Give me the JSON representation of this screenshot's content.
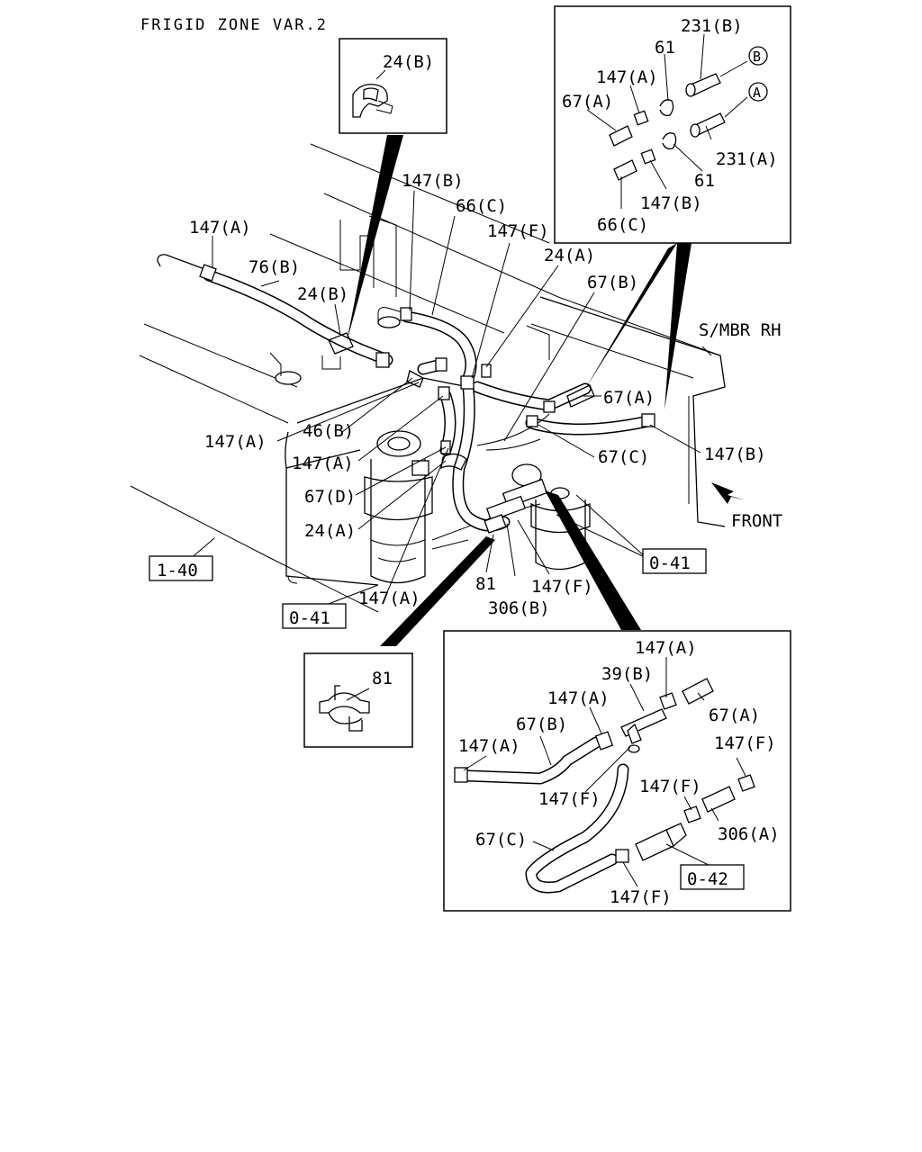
{
  "title": "FRIGID ZONE VAR.2",
  "labels": {
    "l_24B_top": "24(B)",
    "l_231B": "231(B)",
    "l_61_top": "61",
    "l_147A_detail1": "147(A)",
    "l_67A_detail1": "67(A)",
    "l_231A": "231(A)",
    "l_61_bot": "61",
    "l_147B_detail1": "147(B)",
    "l_66C_detail1": "66(C)",
    "l_147B_main": "147(B)",
    "l_66C_main": "66(C)",
    "l_147A_left": "147(A)",
    "l_147F_main": "147(F)",
    "l_76B": "76(B)",
    "l_24A_main": "24(A)",
    "l_24B_main": "24(B)",
    "l_67B_main": "67(B)",
    "l_smbr": "S/MBR RH",
    "l_67A_main": "67(A)",
    "l_147A_lower": "147(A)",
    "l_46B": "46(B)",
    "l_147B_right": "147(B)",
    "l_147A_mid": "147(A)",
    "l_67C_main": "67(C)",
    "l_67D": "67(D)",
    "l_front": "FRONT",
    "l_24A_lower": "24(A)",
    "l_147A_bottom": "147(A)",
    "l_81_main": "81",
    "l_147F_bottom": "147(F)",
    "l_306B": "306(B)",
    "l_81_detail": "81",
    "l_147A_d2_top": "147(A)",
    "l_39B": "39(B)",
    "l_147A_d2_mid": "147(A)",
    "l_67A_d2": "67(A)",
    "l_67B_d2": "67(B)",
    "l_147A_d2_left": "147(A)",
    "l_147F_d2_right": "147(F)",
    "l_147F_d2_mid": "147(F)",
    "l_147F_d2_center": "147(F)",
    "l_306A": "306(A)",
    "l_67C_d2": "67(C)",
    "l_147F_d2_bottom": "147(F)"
  },
  "refs": {
    "r_140": "1-40",
    "r_041_left": "0-41",
    "r_041_right": "0-41",
    "r_042": "0-42"
  },
  "circle_letters": {
    "c_B": "B",
    "c_A": "A"
  }
}
